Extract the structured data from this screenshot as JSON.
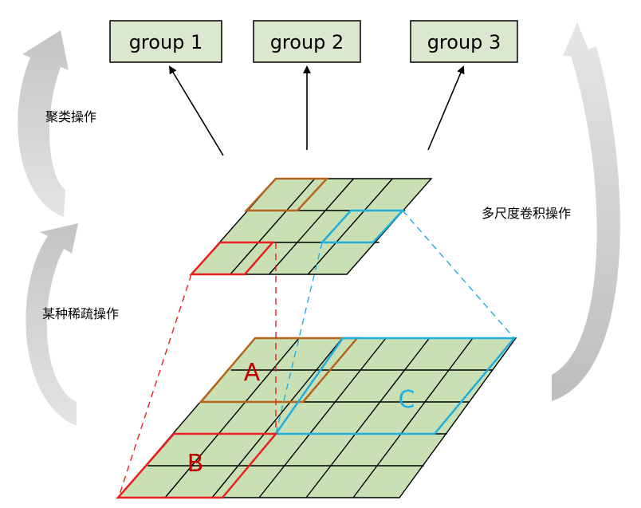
{
  "groups": [
    "group 1",
    "group 2",
    "group 3"
  ],
  "labels": {
    "clustering": "聚类操作",
    "sparse": "某种稀疏操作",
    "multiscale": "多尺度卷积操作"
  },
  "regions": {
    "a": "A",
    "b": "B",
    "c": "C"
  },
  "colors": {
    "cell_fill": "#c9e0b4",
    "box_fill": "#dbe8cf",
    "region_a": "#b5651d",
    "region_b": "#e8201f",
    "region_c": "#1eaee0",
    "arrow_gray": "#cfcfcf"
  },
  "grids": {
    "top": {
      "rows": 3,
      "cols": 4
    },
    "bottom": {
      "rows": 5,
      "cols": 6
    }
  }
}
